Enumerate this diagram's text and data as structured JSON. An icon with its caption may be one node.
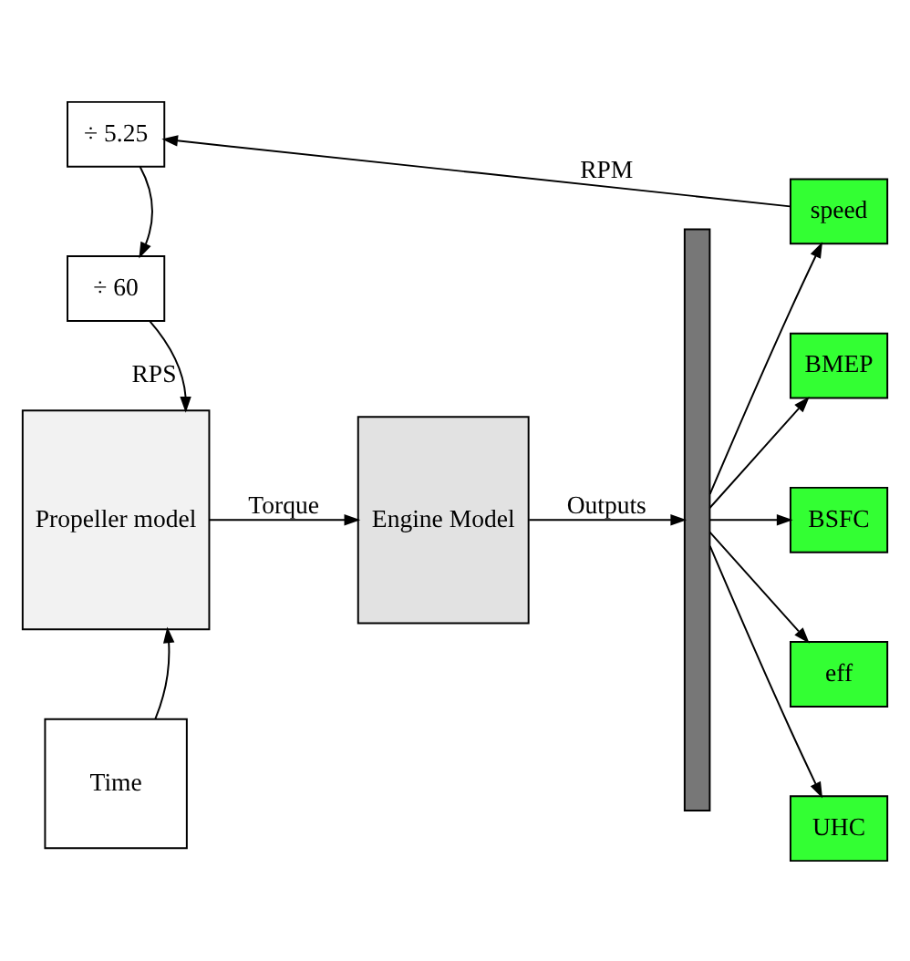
{
  "diagram": {
    "nodes": [
      {
        "text": [
          "÷ 5.25"
        ]
      },
      {
        "text": [
          "÷ 60"
        ]
      },
      {
        "text": [
          "Propeller model"
        ]
      },
      {
        "text": [
          "Engine Model"
        ]
      },
      {
        "text": [],
        "shape": "bar"
      },
      {
        "text": [
          "speed"
        ]
      },
      {
        "text": [
          "BMEP"
        ]
      },
      {
        "text": [
          "BSFC"
        ]
      },
      {
        "text": [
          "eff"
        ]
      },
      {
        "text": [
          "UHC"
        ]
      },
      {
        "text": [
          "Time"
        ]
      }
    ],
    "edges": [
      {
        "from": 5,
        "to": 0,
        "arrow": "to",
        "label": "RPM"
      },
      {
        "from": 0,
        "to": 1,
        "arrow": "to"
      },
      {
        "from": 1,
        "to": 2,
        "arrow": "to",
        "label": "RPS"
      },
      {
        "from": 10,
        "to": 2,
        "arrow": "to"
      },
      {
        "from": 2,
        "to": 3,
        "arrow": "to",
        "label": "Torque"
      },
      {
        "from": 3,
        "to": 4,
        "arrow": "to",
        "label": "Outputs"
      },
      {
        "from": 4,
        "to": 5,
        "arrow": "to"
      },
      {
        "from": 4,
        "to": 6,
        "arrow": "to"
      },
      {
        "from": 4,
        "to": 7,
        "arrow": "to"
      },
      {
        "from": 4,
        "to": 8,
        "arrow": "to"
      },
      {
        "from": 4,
        "to": 9,
        "arrow": "to"
      }
    ]
  }
}
